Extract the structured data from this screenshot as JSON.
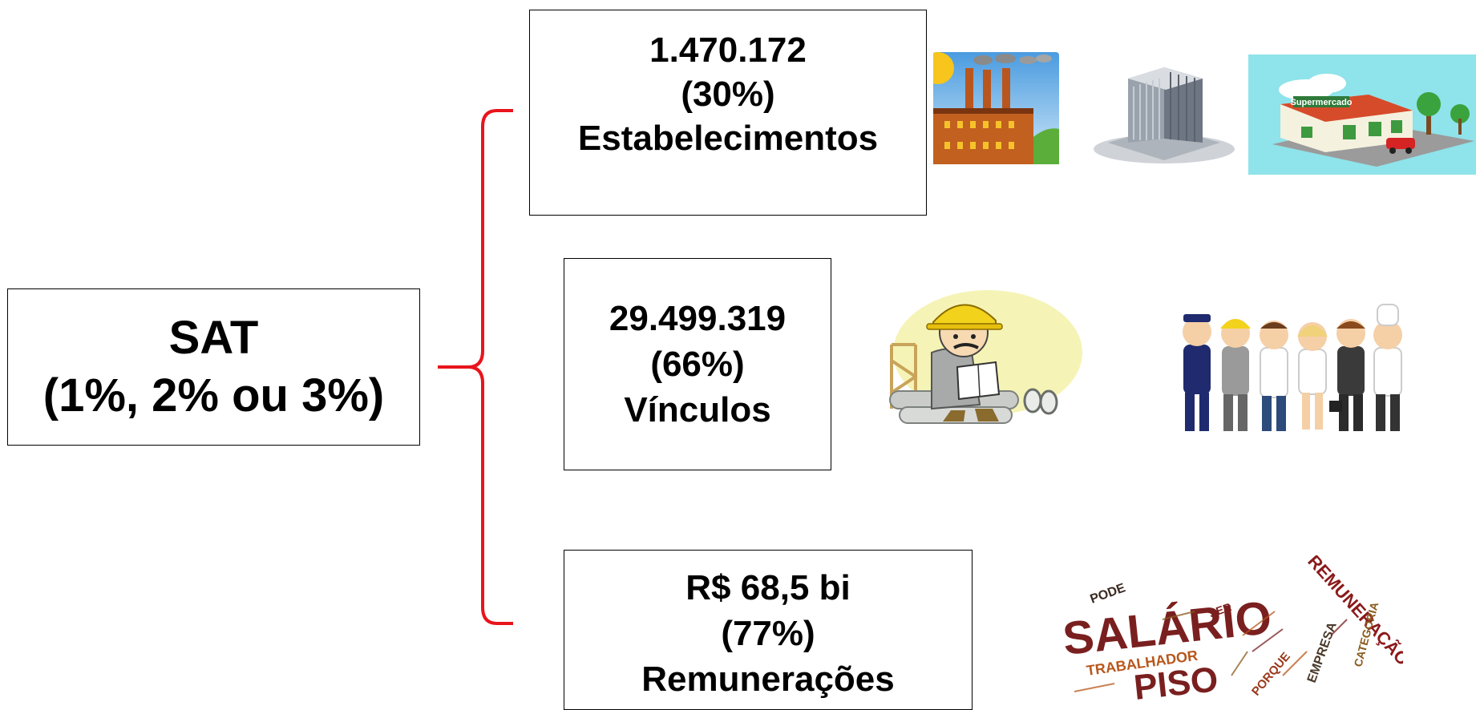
{
  "root": {
    "title": "SAT",
    "subtitle": "(1%, 2% ou 3%)"
  },
  "branches": [
    {
      "value": "1.470.172",
      "percent": "(30%)",
      "label": "Estabelecimentos"
    },
    {
      "value": "29.499.319",
      "percent": "(66%)",
      "label": "Vínculos"
    },
    {
      "value": "R$ 68,5 bi",
      "percent": "(77%)",
      "label": "Remunerações"
    }
  ],
  "illustrations": {
    "supermarket_sign": "Supermercado",
    "word_cloud": {
      "main_words": [
        "SALÁRIO",
        "PISO",
        "REMUNERAÇÃO",
        "TRABALHADOR",
        "PODE",
        "SER",
        "EMPRESA",
        "CATEGORIA",
        "PORQUE"
      ]
    }
  },
  "colors": {
    "bracket": "#e8141c",
    "border": "#000000",
    "text": "#000000"
  }
}
